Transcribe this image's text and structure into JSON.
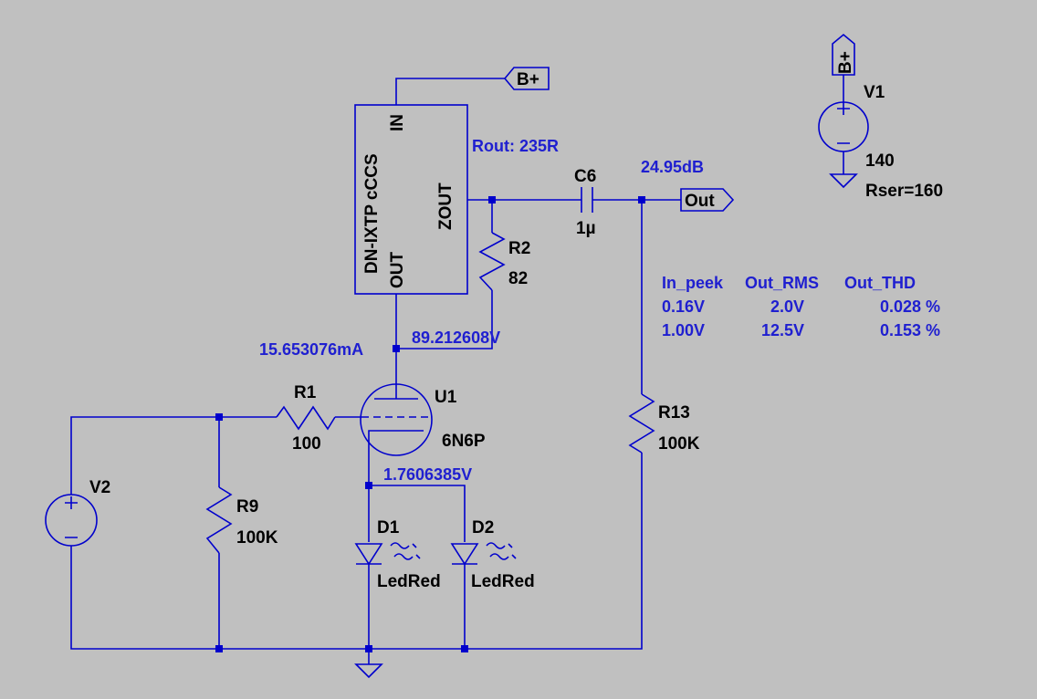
{
  "colors": {
    "background": "#c0c0c0",
    "wire": "#0000cc",
    "text": "#000000",
    "annotation": "#1f1fd0"
  },
  "module": {
    "name": "DN-IXTP cCCS",
    "pin_in": "IN",
    "pin_zout": "ZOUT",
    "pin_out": "OUT"
  },
  "net_labels": {
    "bplus_top": "B+",
    "bplus_supply": "B+",
    "out": "Out"
  },
  "annotations": {
    "rout": "Rout: 235R",
    "gain": "24.95dB",
    "plate_current": "15.653076mA",
    "plate_voltage": "89.212608V",
    "cathode_voltage": "1.7606385V"
  },
  "components": {
    "v1": {
      "ref": "V1",
      "value": "140",
      "extra": "Rser=160"
    },
    "v2": {
      "ref": "V2"
    },
    "c6": {
      "ref": "C6",
      "value": "1µ"
    },
    "r1": {
      "ref": "R1",
      "value": "100"
    },
    "r2": {
      "ref": "R2",
      "value": "82"
    },
    "r9": {
      "ref": "R9",
      "value": "100K"
    },
    "r13": {
      "ref": "R13",
      "value": "100K"
    },
    "u1": {
      "ref": "U1",
      "value": "6N6P"
    },
    "d1": {
      "ref": "D1",
      "value": "LedRed"
    },
    "d2": {
      "ref": "D2",
      "value": "LedRed"
    }
  },
  "results_table": {
    "headers": [
      "In_peek",
      "Out_RMS",
      "Out_THD"
    ],
    "rows": [
      [
        "0.16V",
        "2.0V",
        "0.028 %"
      ],
      [
        "1.00V",
        "12.5V",
        "0.153 %"
      ]
    ]
  }
}
